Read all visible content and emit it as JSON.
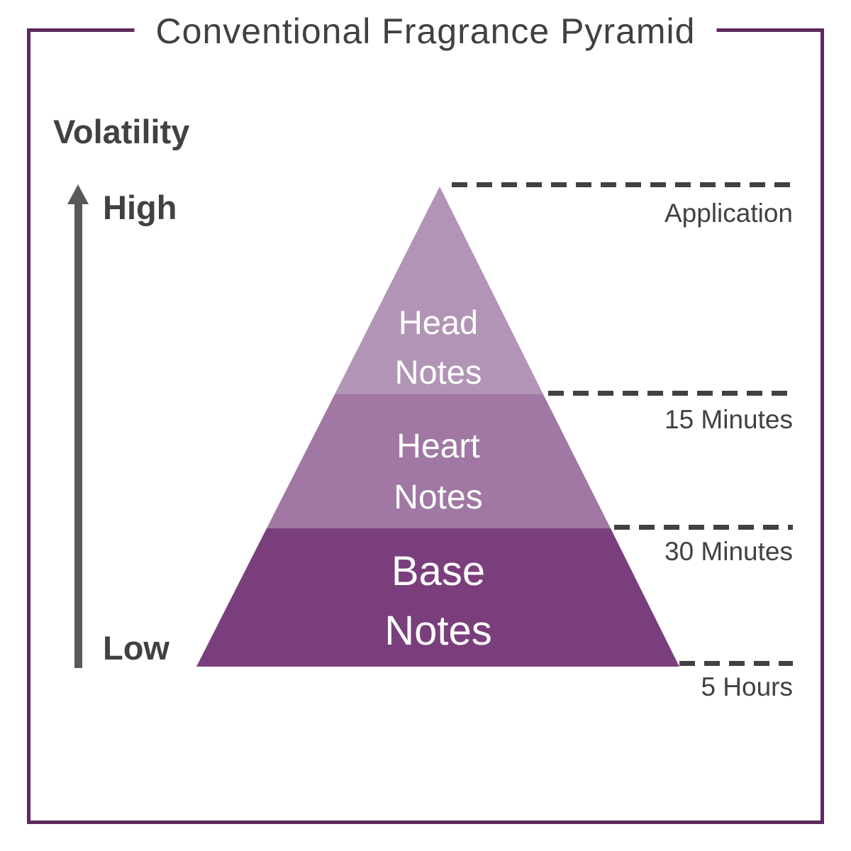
{
  "title": "Conventional Fragrance Pyramid",
  "axis": {
    "label": "Volatility",
    "high": "High",
    "low": "Low"
  },
  "pyramid": {
    "layers": [
      {
        "name": "head notes",
        "line1": "Head",
        "line2": "Notes",
        "color": "#b295b6"
      },
      {
        "name": "heart notes",
        "line1": "Heart",
        "line2": "Notes",
        "color": "#a078a3"
      },
      {
        "name": "base notes",
        "line1": "Base",
        "line2": "Notes",
        "color": "#7b3e7c"
      }
    ]
  },
  "timeline": [
    {
      "label": "Application"
    },
    {
      "label": "15 Minutes"
    },
    {
      "label": "30 Minutes"
    },
    {
      "label": "5 Hours"
    }
  ],
  "colors": {
    "frame": "#5d2a5d",
    "text": "#414042",
    "arrow": "#58595b",
    "dashed_line": "#414042",
    "layer_text": "#ffffff"
  }
}
